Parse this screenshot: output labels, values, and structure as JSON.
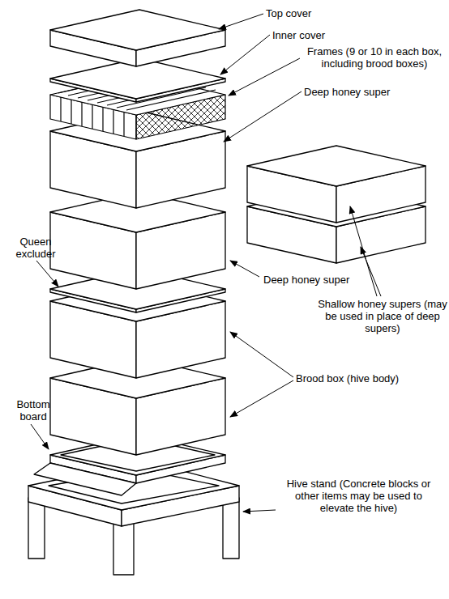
{
  "diagram": {
    "labels": [
      "Top cover",
      "Inner cover",
      "Frames (9 or 10 in each box, including brood boxes)",
      "Deep honey super",
      "Queen excluder",
      "Deep honey super",
      "Shallow honey supers (may be used in place of deep supers)",
      "Brood box (hive body)",
      "Bottom board",
      "Hive stand (Concrete blocks or other items may be used to elevate the hive)"
    ]
  }
}
